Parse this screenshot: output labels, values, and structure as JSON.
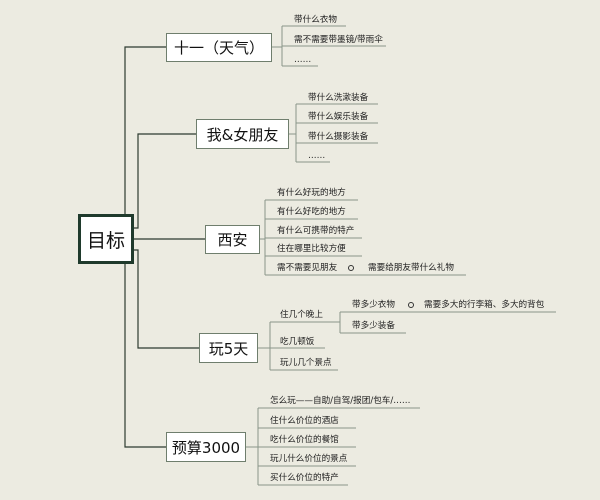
{
  "root": {
    "label": "目标"
  },
  "branches": [
    {
      "label": "十一（天气）",
      "items": [
        "带什么衣物",
        "需不需要带墨镜/带雨伞",
        "……"
      ]
    },
    {
      "label": "我&女朋友",
      "items": [
        "带什么洗漱装备",
        "带什么娱乐装备",
        "带什么摄影装备",
        "……"
      ]
    },
    {
      "label": "西安",
      "items": [
        "有什么好玩的地方",
        "有什么好吃的地方",
        "有什么可携带的特产",
        "住在哪里比较方便",
        "需不需要见朋友"
      ],
      "subnote": "需要给朋友带什么礼物"
    },
    {
      "label": "玩5天",
      "items": [
        "住几个晚上",
        "吃几顿饭",
        "玩儿几个景点"
      ],
      "stay_items": [
        "带多少衣物",
        "带多少装备"
      ],
      "stay_note": "需要多大的行李箱、多大的背包"
    },
    {
      "label": "预算3000",
      "items": [
        "怎么玩——自助/自驾/报团/包车/……",
        "住什么价位的酒店",
        "吃什么价位的餐馆",
        "玩儿什么价位的景点",
        "买什么价位的特产"
      ]
    }
  ]
}
